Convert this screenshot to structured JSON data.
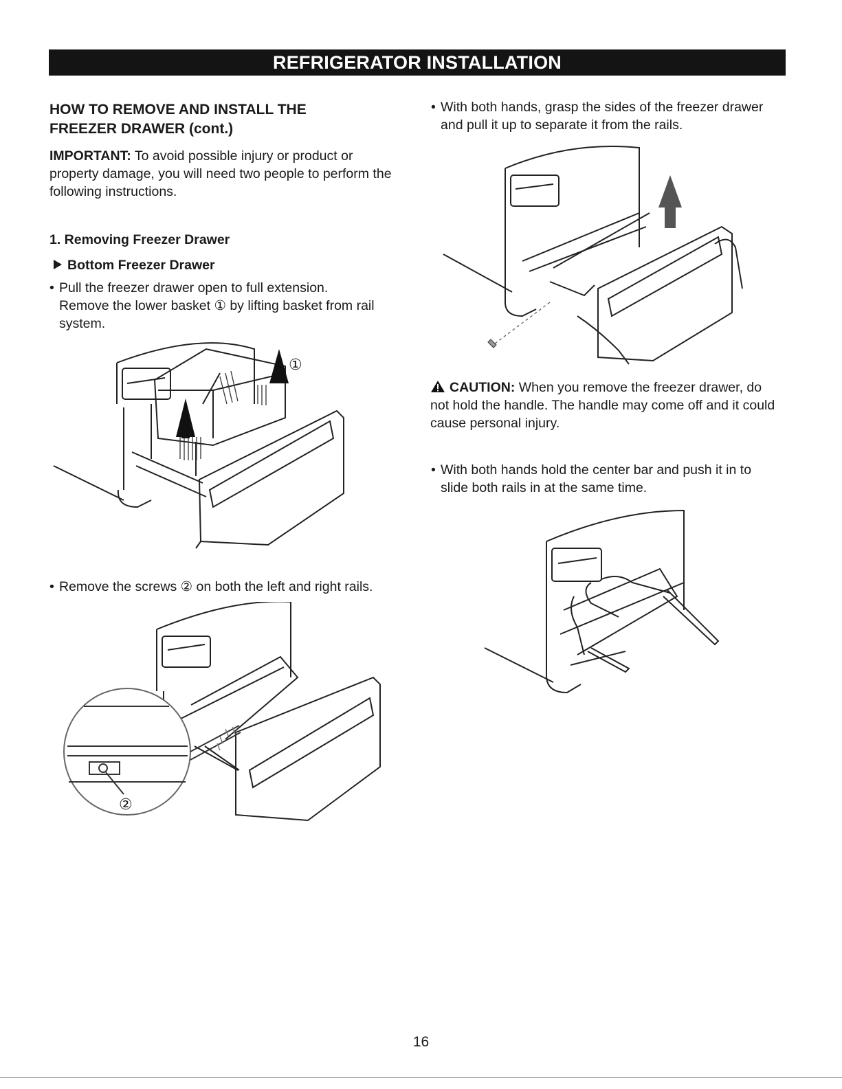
{
  "banner": {
    "title": "REFRIGERATOR INSTALLATION"
  },
  "left": {
    "heading_line1": "HOW TO REMOVE AND INSTALL THE",
    "heading_line2": "FREEZER DRAWER (cont.)",
    "important_label": "IMPORTANT:",
    "important_text": " To avoid possible injury or product or property damage, you will need two people to perform the following instructions.",
    "step_title": "1. Removing Freezer Drawer",
    "substep_title": "Bottom Freezer Drawer",
    "bullet1_line1": "Pull the freezer drawer open to full extension.",
    "bullet1_line2": "Remove the lower basket ① by lifting basket from rail system.",
    "callout1": "①",
    "bullet2": "Remove the screws ② on both the left and right rails.",
    "callout2": "②"
  },
  "right": {
    "bullet3": "With both hands, grasp the  sides of the freezer drawer and pull it up to separate it from the rails.",
    "caution_label": "CAUTION:",
    "caution_text": " When you remove the freezer drawer, do not hold the handle. The handle may come off and it could cause personal injury.",
    "bullet4": "With both hands hold the center bar and push it in to slide both rails in at the same time."
  },
  "bullet_char": "•",
  "page_number": "16"
}
